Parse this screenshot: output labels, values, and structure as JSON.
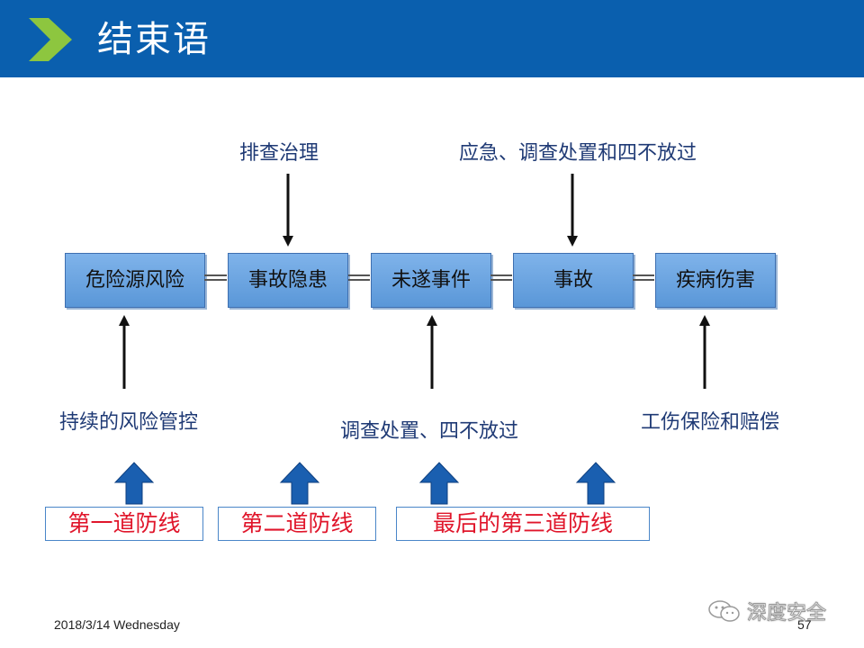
{
  "header": {
    "title": "结束语",
    "accent_color": "#8dc63f",
    "bar_color": "#0a5fae"
  },
  "flow": {
    "boxes": [
      "危险源风险",
      "事故隐患",
      "未遂事件",
      "事故",
      "疾病伤害"
    ]
  },
  "top_labels": {
    "hidden_danger": "排查治理",
    "accident": "应急、调查处置和四不放过"
  },
  "bottom_labels": {
    "risk_control": "持续的风险管控",
    "near_miss": "调查处置、四不放过",
    "injury": "工伤保险和赔偿"
  },
  "defense_lines": {
    "first": "第一道防线",
    "second": "第二道防线",
    "last": "最后的第三道防线"
  },
  "footer": {
    "date": "2018/3/14 Wednesday",
    "page_number": "57",
    "watermark": "深度安全"
  }
}
